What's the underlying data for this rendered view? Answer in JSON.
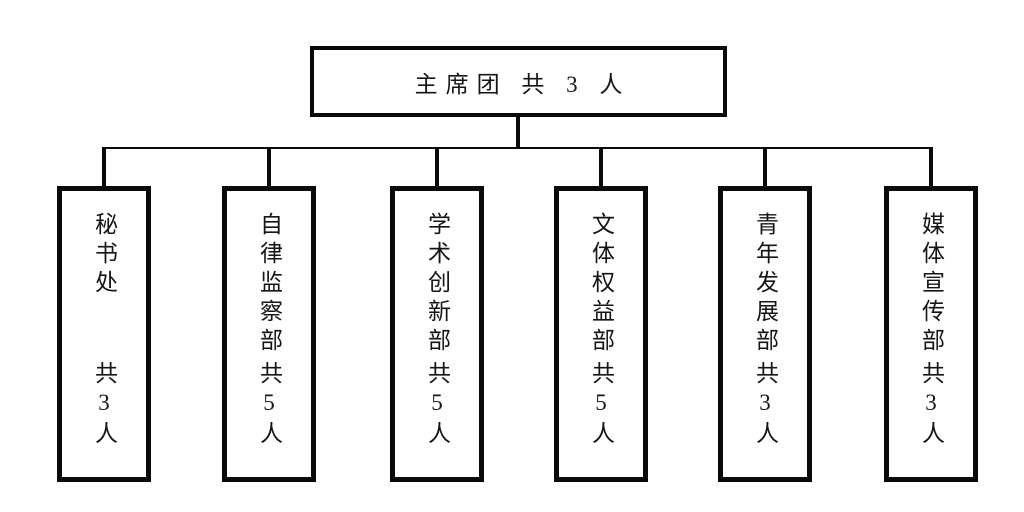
{
  "chart_title_colors": {
    "line": "#0a0a0a",
    "background": "#ffffff",
    "text": "#161616"
  },
  "root": {
    "label": "主席团 共 3 人"
  },
  "departments": [
    {
      "name": "秘书处",
      "count": "共3人"
    },
    {
      "name": "自律监察部",
      "count": "共5人"
    },
    {
      "name": "学术创新部",
      "count": "共5人"
    },
    {
      "name": "文体权益部",
      "count": "共5人"
    },
    {
      "name": "青年发展部",
      "count": "共3人"
    },
    {
      "name": "媒体宣传部",
      "count": "共3人"
    }
  ]
}
